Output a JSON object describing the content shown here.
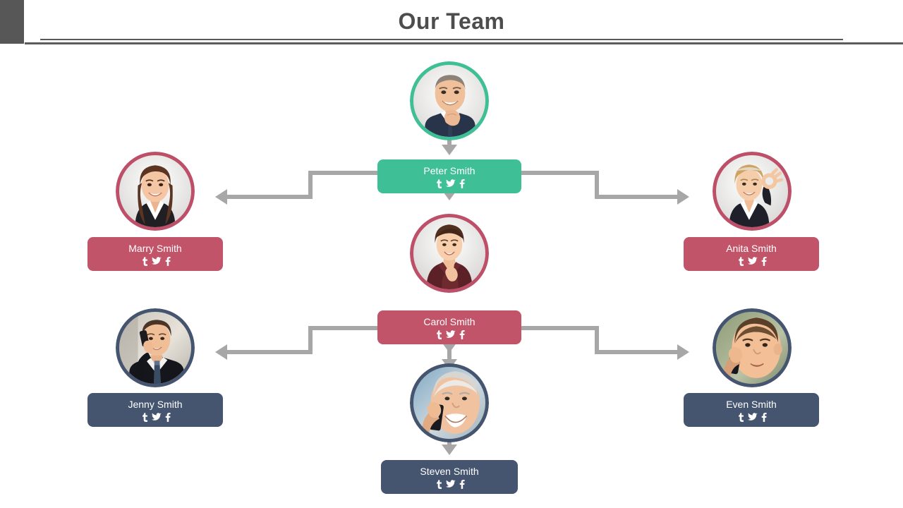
{
  "header": {
    "title": "Our Team",
    "accent_bar_color": "#575757",
    "title_color": "#4d4d4d",
    "rule_color": "#595959"
  },
  "palette": {
    "green": "#3fbf95",
    "crimson": "#c2546a",
    "navy": "#45556f",
    "connector": "#a7a7a7",
    "background": "#ffffff"
  },
  "social_icons": [
    {
      "name": "tumblr-icon",
      "glyph": "t",
      "label": "Tumblr"
    },
    {
      "name": "twitter-bird-icon",
      "glyph": "bird",
      "label": "Twitter"
    },
    {
      "name": "facebook-icon",
      "glyph": "f",
      "label": "Facebook"
    }
  ],
  "chart_data": {
    "type": "diagram",
    "title": "Our Team",
    "layout": "org-chart",
    "nodes": [
      {
        "id": "peter",
        "name": "Peter Smith",
        "color": "#3fbf95",
        "level": 1,
        "position": "center",
        "avatar": "man-smiling-hand-on-chin",
        "socials": [
          "Tumblr",
          "Twitter",
          "Facebook"
        ]
      },
      {
        "id": "marry",
        "name": "Marry Smith",
        "color": "#c2546a",
        "level": 2,
        "position": "left",
        "avatar": "woman-long-brown-hair",
        "socials": [
          "Tumblr",
          "Twitter",
          "Facebook"
        ]
      },
      {
        "id": "anita",
        "name": "Anita Smith",
        "color": "#c2546a",
        "level": 2,
        "position": "right",
        "avatar": "blonde-woman-ok-gesture",
        "socials": [
          "Tumblr",
          "Twitter",
          "Facebook"
        ]
      },
      {
        "id": "carol",
        "name": "Carol Smith",
        "color": "#c2546a",
        "level": 3,
        "position": "center",
        "avatar": "woman-thumbs-up",
        "socials": [
          "Tumblr",
          "Twitter",
          "Facebook"
        ]
      },
      {
        "id": "jenny",
        "name": "Jenny Smith",
        "color": "#45556f",
        "level": 4,
        "position": "left",
        "avatar": "man-on-phone-suit",
        "socials": [
          "Tumblr",
          "Twitter",
          "Facebook"
        ]
      },
      {
        "id": "even",
        "name": "Even Smith",
        "color": "#45556f",
        "level": 4,
        "position": "right",
        "avatar": "young-man-on-phone",
        "socials": [
          "Tumblr",
          "Twitter",
          "Facebook"
        ]
      },
      {
        "id": "steven",
        "name": "Steven Smith",
        "color": "#45556f",
        "level": 5,
        "position": "center",
        "avatar": "older-man-on-phone",
        "socials": [
          "Tumblr",
          "Twitter",
          "Facebook"
        ]
      }
    ],
    "edges": [
      {
        "from": "peter",
        "to": "marry",
        "style": "elbow-left-arrow"
      },
      {
        "from": "peter",
        "to": "anita",
        "style": "elbow-right-arrow"
      },
      {
        "from": "peter",
        "to": "carol",
        "style": "down-arrow"
      },
      {
        "from": "carol",
        "to": "jenny",
        "style": "elbow-left-arrow"
      },
      {
        "from": "carol",
        "to": "even",
        "style": "elbow-right-arrow"
      },
      {
        "from": "carol",
        "to": "steven",
        "style": "down-arrow"
      }
    ]
  }
}
